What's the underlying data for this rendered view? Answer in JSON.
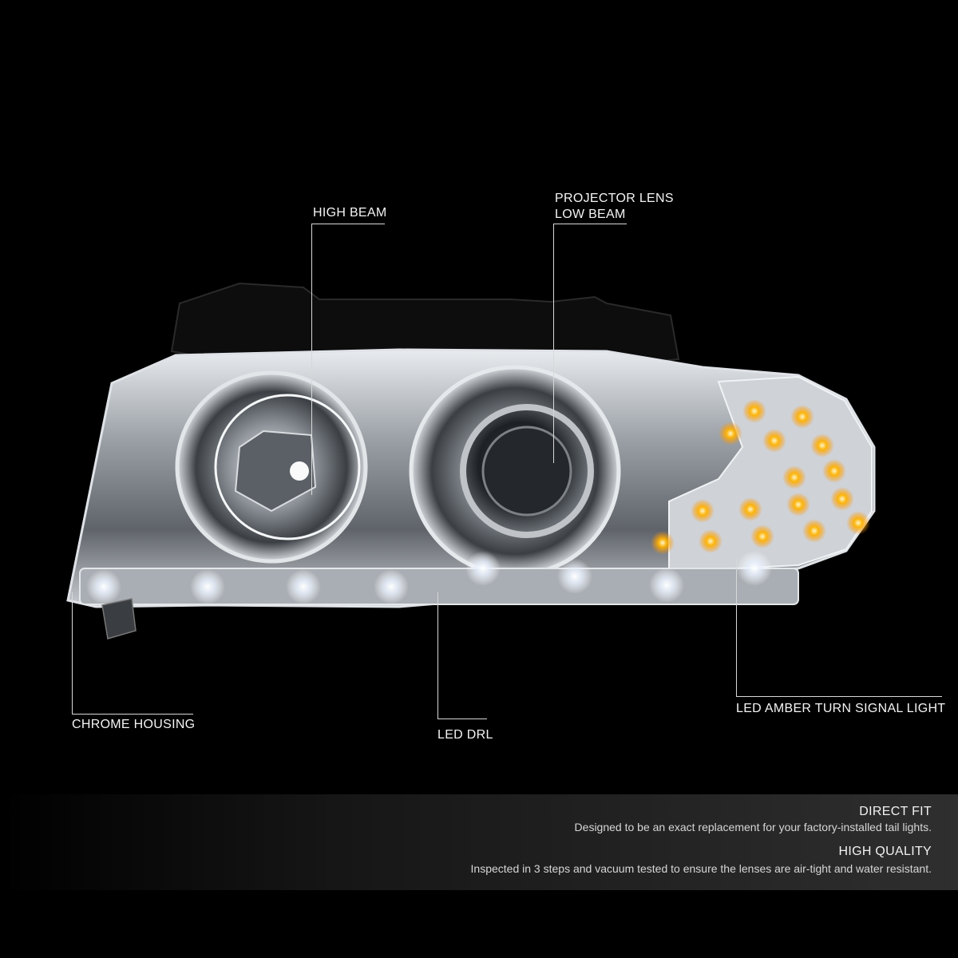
{
  "callouts": {
    "high_beam": "HIGH BEAM",
    "projector_line1": "PROJECTOR LENS",
    "projector_line2": "LOW BEAM",
    "chrome_housing": "CHROME HOUSING",
    "led_drl": "LED DRL",
    "turn_signal": "LED AMBER TURN SIGNAL LIGHT"
  },
  "features": [
    {
      "title": "DIRECT FIT",
      "description": "Designed to be an exact replacement for your factory-installed tail lights."
    },
    {
      "title": "HIGH QUALITY",
      "description": "Inspected in 3 steps and vacuum tested to ensure the lenses are air-tight and water resistant."
    }
  ],
  "colors": {
    "background": "#000000",
    "drl": "#ffffff",
    "amber": "#ffb300",
    "chrome": "#b8bcc2"
  }
}
